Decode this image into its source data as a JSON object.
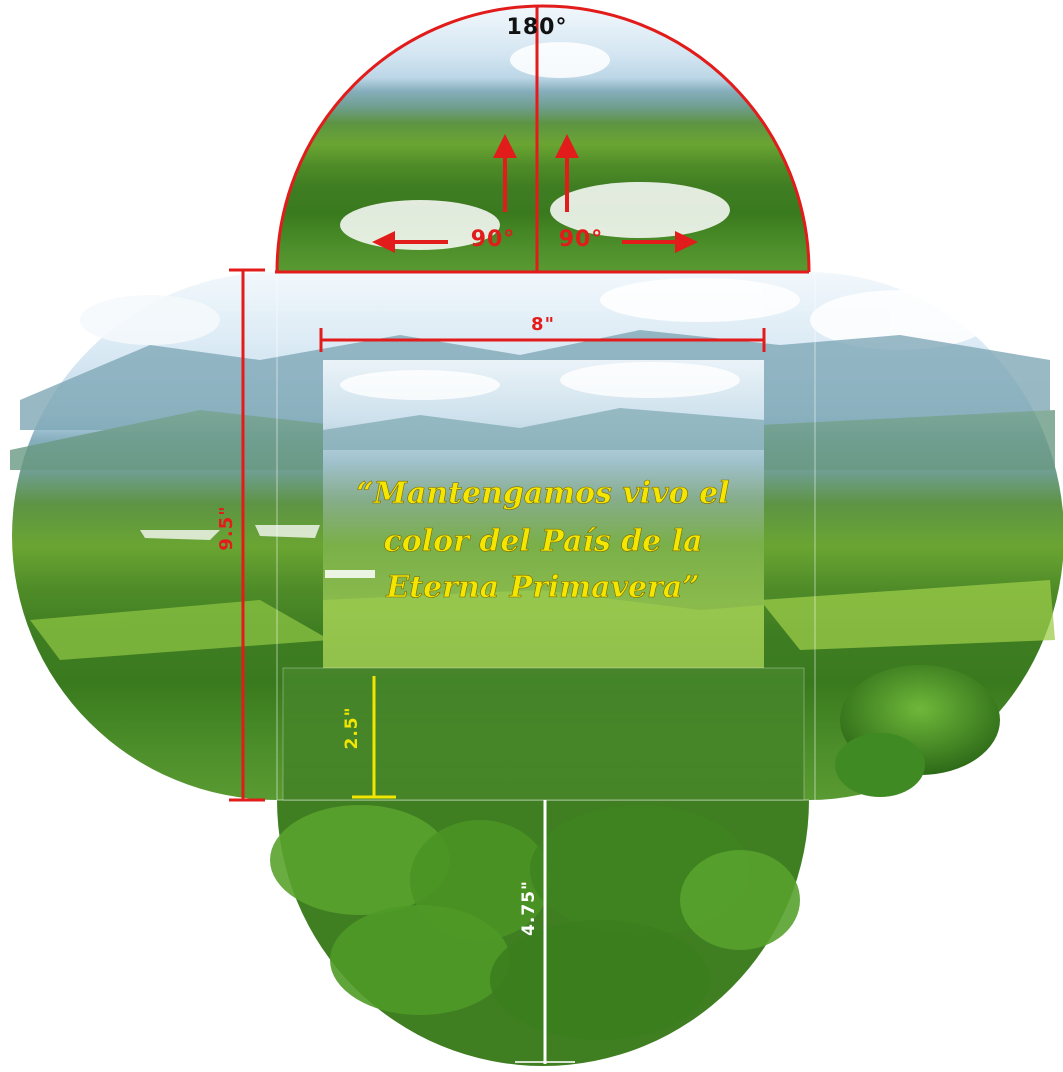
{
  "diagram": {
    "angles": {
      "top": "180°",
      "left": "90°",
      "right": "90°"
    },
    "dimensions": {
      "width": "8\"",
      "height": "9.5\"",
      "pocket": "2.5\"",
      "bottom_flap": "4.75\""
    },
    "slogan": {
      "line1": "“Mantengamos vivo el",
      "line2": "color del País de la",
      "line3": "Eterna Primavera”"
    },
    "colors": {
      "dimension_red": "#e21b1b",
      "pocket_yellow": "#f2e600",
      "slogan_yellow": "#f4e600",
      "sky": "#dcebf5",
      "mountain": "#7ea9b8",
      "grass": "#5a9a2a",
      "forest": "#2f6e1d"
    }
  }
}
